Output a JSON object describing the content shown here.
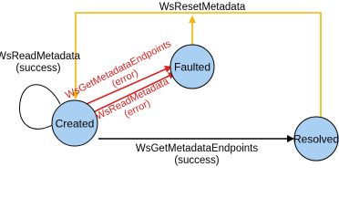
{
  "states": {
    "created": "Created",
    "faulted": "Faulted",
    "resolved": "Resolved"
  },
  "transitions": {
    "reset": {
      "name": "WsResetMetadata"
    },
    "read_success": {
      "name": "WsReadMetadata",
      "outcome": "(success)"
    },
    "endpoints_error": {
      "name": "WsGetMetadataEndpoints",
      "outcome": "(error)"
    },
    "read_error": {
      "name": "WsReadMetadata",
      "outcome": "(error)"
    },
    "endpoints_success": {
      "name": "WsGetMetadataEndpoints",
      "outcome": "(success)"
    }
  },
  "colors": {
    "state_fill": "#a9cff2",
    "reset_arrow": "#f5b400",
    "error_arrow": "#e02020",
    "success_arrow": "#000000"
  }
}
